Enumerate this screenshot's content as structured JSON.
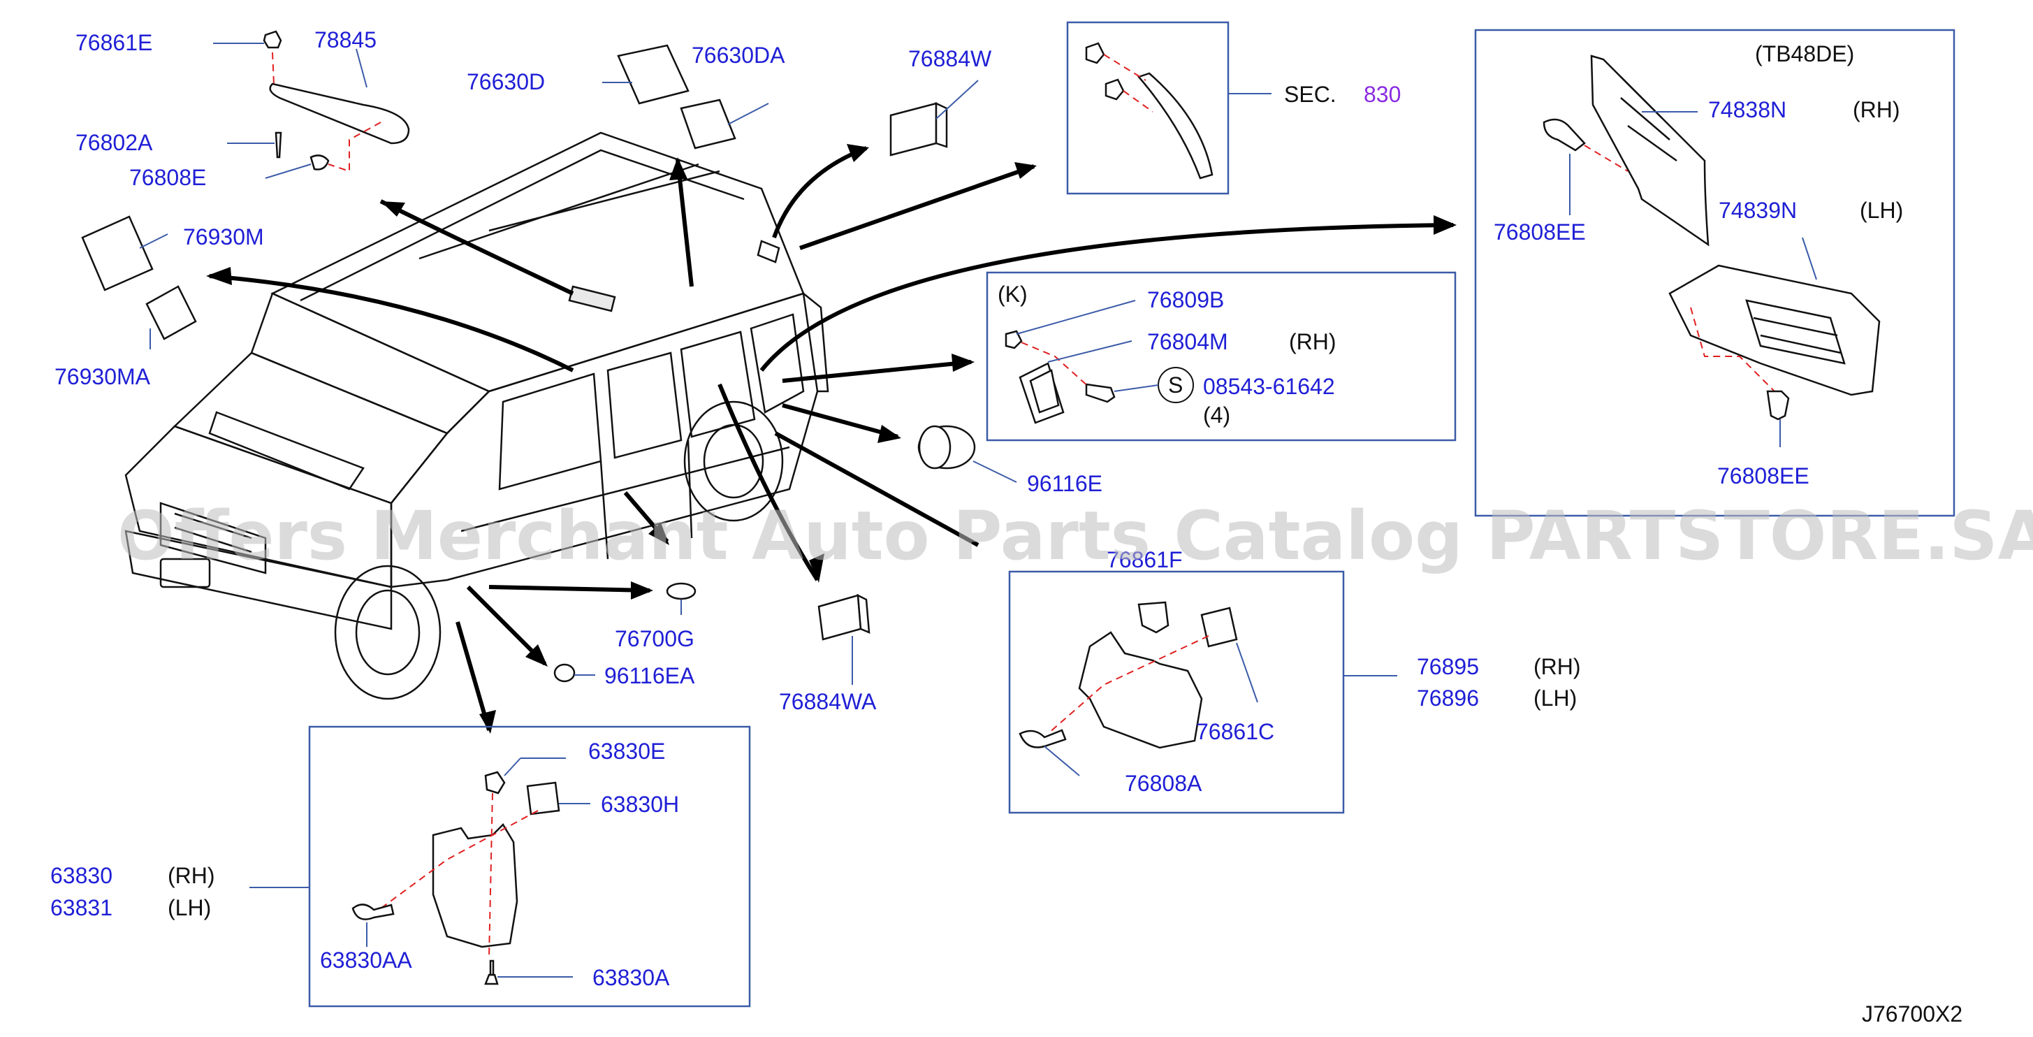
{
  "watermark": "Offers Merchant Auto Parts Catalog PARTSTORE.SA",
  "diagram_code": "J76700X2",
  "labels": {
    "p76861E": "76861E",
    "p78845": "78845",
    "p76802A": "76802A",
    "p76808E": "76808E",
    "p76630D": "76630D",
    "p76630DA": "76630DA",
    "p76884W": "76884W",
    "p76930M": "76930M",
    "p76930MA": "76930MA",
    "sec": "SEC.",
    "sec830": "830",
    "tb48de": "(TB48DE)",
    "p74838N": "74838N",
    "rh1": "(RH)",
    "p76808EE_top": "76808EE",
    "p74839N": "74839N",
    "lh1": "(LH)",
    "p76808EE_bot": "76808EE",
    "k": "(K)",
    "p76809B": "76809B",
    "p76804M": "76804M",
    "rh2": "(RH)",
    "s": "S",
    "p08543": "08543-61642",
    "qty4": "(4)",
    "p96116E": "96116E",
    "p76861F": "76861F",
    "p76895": "76895",
    "rh3": "(RH)",
    "p76896": "76896",
    "lh3": "(LH)",
    "p76861C": "76861C",
    "p76808A": "76808A",
    "p76700G": "76700G",
    "p96116EA": "96116EA",
    "p76884WA": "76884WA",
    "p63830E": "63830E",
    "p63830H": "63830H",
    "p63830": "63830",
    "rh4": "(RH)",
    "p63831": "63831",
    "lh4": "(LH)",
    "p63830AA": "63830AA",
    "p63830A": "63830A"
  }
}
